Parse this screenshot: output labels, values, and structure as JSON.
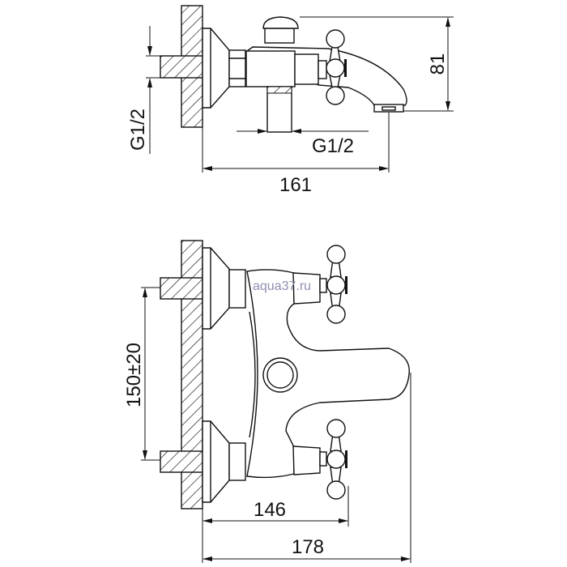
{
  "side_view": {
    "dim_height": "81",
    "dim_thread_inlet": "G1/2",
    "dim_thread_outlet": "G1/2",
    "dim_length": "161"
  },
  "front_view": {
    "dim_center_distance": "150±20",
    "dim_handle_length": "146",
    "dim_total_length": "178"
  },
  "watermark": "aqua37.ru"
}
